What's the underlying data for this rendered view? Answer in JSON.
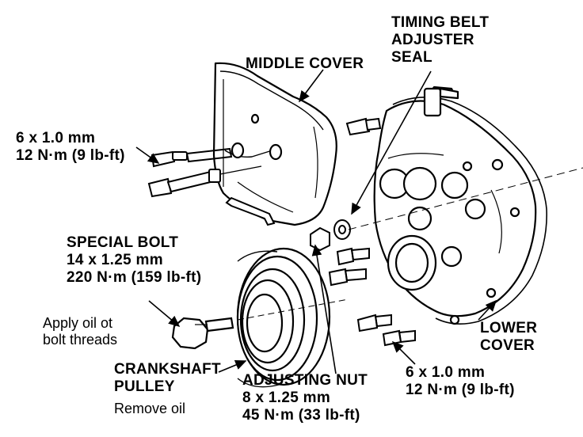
{
  "labels": {
    "timing_belt_seal": [
      "TIMING BELT",
      "ADJUSTER",
      "SEAL"
    ],
    "middle_cover": "MIDDLE COVER",
    "upper_bolt_spec": [
      "6 x 1.0 mm",
      "12 N·m (9 lb-ft)"
    ],
    "special_bolt": [
      "SPECIAL BOLT",
      "14 x 1.25 mm",
      "220 N·m (159 lb-ft)"
    ],
    "apply_oil": [
      "Apply oil ot",
      "bolt threads"
    ],
    "crankshaft_pulley": [
      "CRANKSHAFT",
      "PULLEY"
    ],
    "remove_oil": "Remove oil",
    "adjusting_nut": [
      "ADJUSTING NUT",
      "8 x 1.25 mm",
      "45 N·m (33 lb-ft)"
    ],
    "lower_cover": [
      "LOWER",
      "COVER"
    ],
    "lower_bolt_spec": [
      "6 x 1.0 mm",
      "12 N·m (9 lb-ft)"
    ]
  }
}
